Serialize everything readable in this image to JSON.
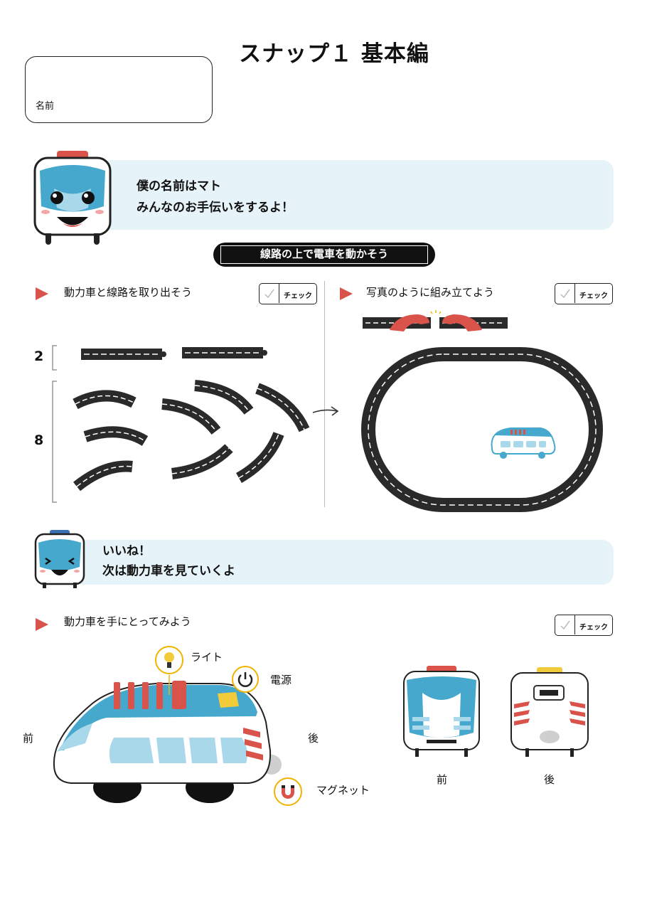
{
  "title": "スナップ１ 基本編",
  "name_label": "名前",
  "intro": {
    "line1": "僕の名前はマト",
    "line2": "みんなのお手伝いをするよ！"
  },
  "section_banner": "線路の上で電車を動かそう",
  "steps": [
    {
      "label": "動力車と線路を取り出そう",
      "check": "チェック"
    },
    {
      "label": "写真のように組み立てよう",
      "check": "チェック"
    },
    {
      "label": "動力車を手にとってみよう",
      "check": "チェック"
    }
  ],
  "track_counts": {
    "straight": "2",
    "curve": "8"
  },
  "praise": {
    "line1": "いいね！",
    "line2": "次は動力車を見ていくよ"
  },
  "train_parts": {
    "light": "ライト",
    "power": "電源",
    "magnet": "マグネット",
    "front": "前",
    "back": "後"
  },
  "views": {
    "front": "前",
    "back": "後"
  },
  "colors": {
    "accent_red": "#d9534a",
    "train_blue": "#45a8cc",
    "bubble_bg": "#e6f3f9",
    "track": "#2a2a2a"
  },
  "icons": [
    "play-triangle-icon",
    "check-mark-icon",
    "arrow-right-icon",
    "lightbulb-icon",
    "power-icon",
    "magnet-icon"
  ]
}
